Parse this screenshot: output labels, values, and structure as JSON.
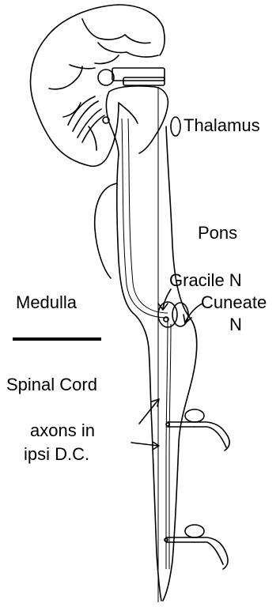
{
  "labels": {
    "thalamus": "Thalamus",
    "pons": "Pons",
    "gracile": "Gracile N",
    "cuneate_1": "Cuneate",
    "cuneate_2": "N",
    "medulla": "Medulla",
    "spinal_cord": "Spinal Cord",
    "axons_1": "axons in",
    "axons_2": "ipsi D.C."
  }
}
